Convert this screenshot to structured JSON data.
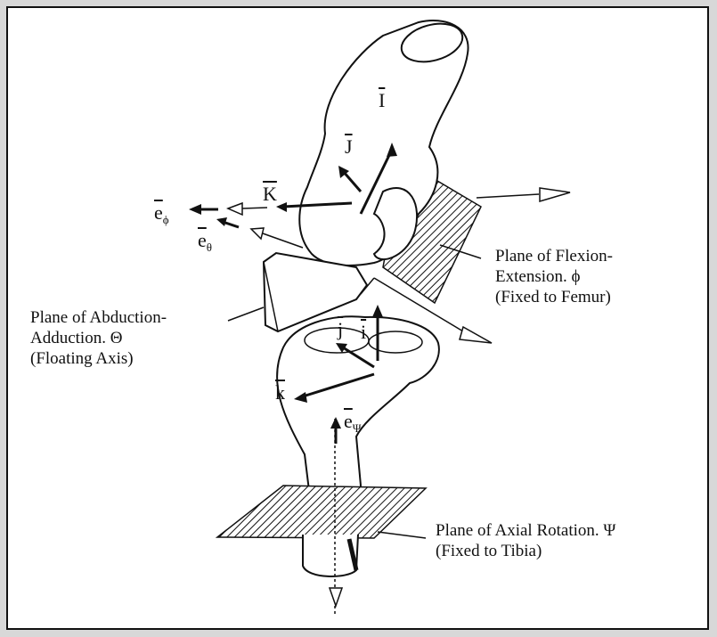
{
  "labels": {
    "flexion": [
      "Plane of Flexion-",
      "Extension. ϕ",
      "(Fixed to Femur)"
    ],
    "abduction": [
      "Plane of Abduction-",
      "Adduction. Θ",
      "(Floating Axis)"
    ],
    "axial": [
      "Plane of Axial  Rotation.  Ψ",
      "(Fixed to Tibia)"
    ]
  },
  "vectors": {
    "I": "I",
    "J": "J",
    "K": "K",
    "i": "i",
    "j": "j",
    "k": "k",
    "e_base": "e",
    "e_phi_sub": "ϕ",
    "e_theta_sub": "θ",
    "e_psi_sub": "Ψ"
  }
}
